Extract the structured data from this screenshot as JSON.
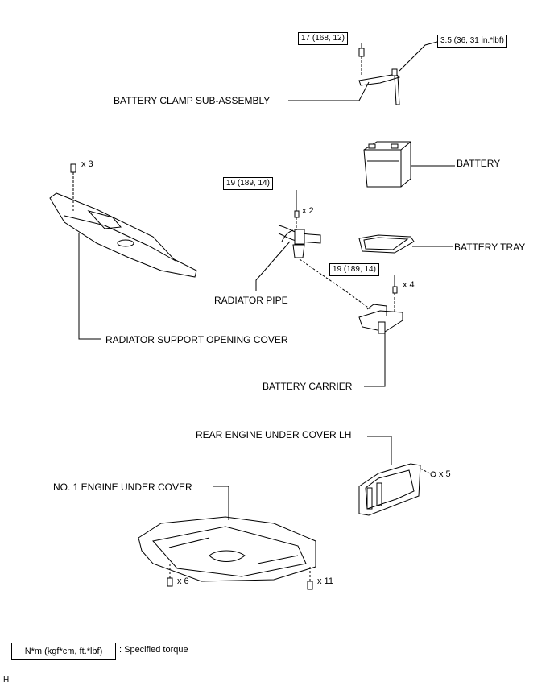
{
  "torque_specs": {
    "clamp_bolt": "17 (168, 12)",
    "clamp_nut": "3.5 (36, 31 in.*lbf)",
    "pipe_bolt": "19 (189, 14)",
    "carrier_bolt": "19 (189, 14)"
  },
  "quantities": {
    "cover_clip": "x 3",
    "pipe_bolt": "x 2",
    "carrier_bolt": "x 4",
    "rear_cover_fastener": "x 5",
    "under_cover_bolt": "x 6",
    "under_cover_clip": "x 11"
  },
  "labels": {
    "battery_clamp": "BATTERY CLAMP SUB-ASSEMBLY",
    "battery": "BATTERY",
    "battery_tray": "BATTERY TRAY",
    "radiator_pipe": "RADIATOR PIPE",
    "radiator_support_cover": "RADIATOR SUPPORT OPENING COVER",
    "battery_carrier": "BATTERY CARRIER",
    "rear_engine_under_cover": "REAR ENGINE UNDER COVER LH",
    "no1_engine_under_cover": "NO. 1 ENGINE UNDER COVER"
  },
  "legend": {
    "unit_box": "N*m (kgf*cm, ft.*lbf)",
    "description": ": Specified torque"
  },
  "figure_id": "H"
}
